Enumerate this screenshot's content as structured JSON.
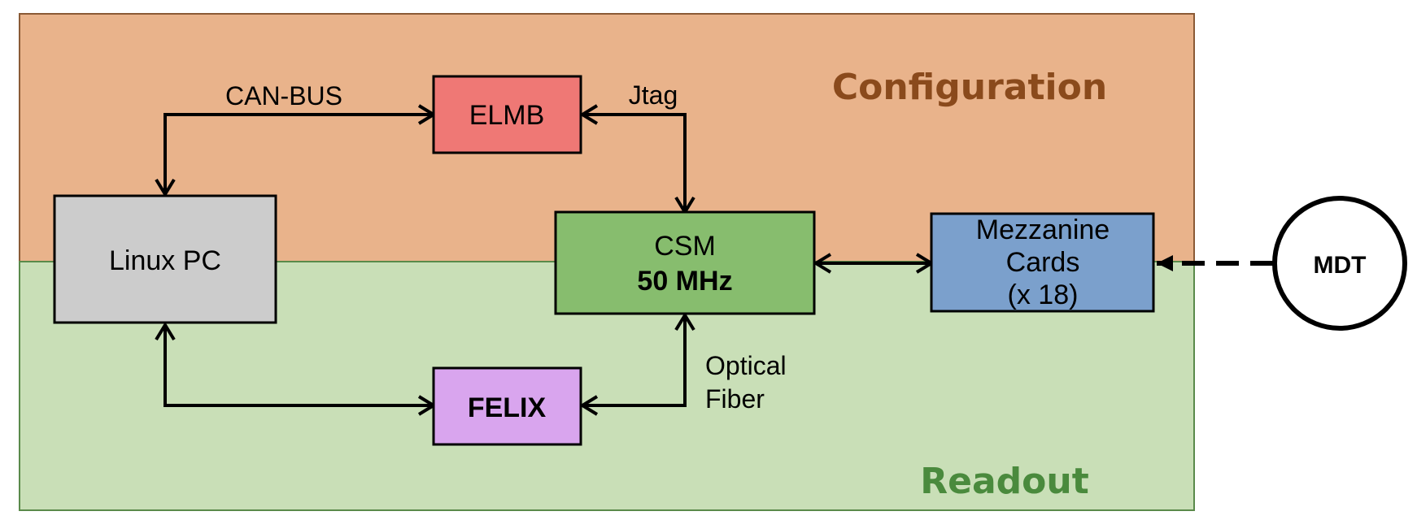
{
  "regions": {
    "configuration": {
      "title": "Configuration",
      "color": "#e9b38b",
      "title_color": "#8a4a1c"
    },
    "readout": {
      "title": "Readout",
      "color": "#c9dfb7",
      "title_color": "#4a8a3d"
    }
  },
  "nodes": {
    "linux_pc": {
      "label": "Linux PC",
      "color": "#cccccc"
    },
    "elmb": {
      "label": "ELMB",
      "color": "#ef7875"
    },
    "csm": {
      "label": "CSM",
      "sublabel": "50 MHz",
      "color": "#87bd6e"
    },
    "felix": {
      "label": "FELIX",
      "color": "#d9a5ee"
    },
    "mezzanine": {
      "label_line1": "Mezzanine",
      "label_line2": "Cards",
      "label_line3": "(x 18)",
      "color": "#7ba0cc"
    },
    "mdt": {
      "label": "MDT",
      "color": "#ffffff"
    }
  },
  "edges": {
    "can_bus": {
      "label": "CAN-BUS"
    },
    "jtag": {
      "label": "Jtag"
    },
    "optical_fiber": {
      "label_line1": "Optical",
      "label_line2": "Fiber"
    }
  }
}
